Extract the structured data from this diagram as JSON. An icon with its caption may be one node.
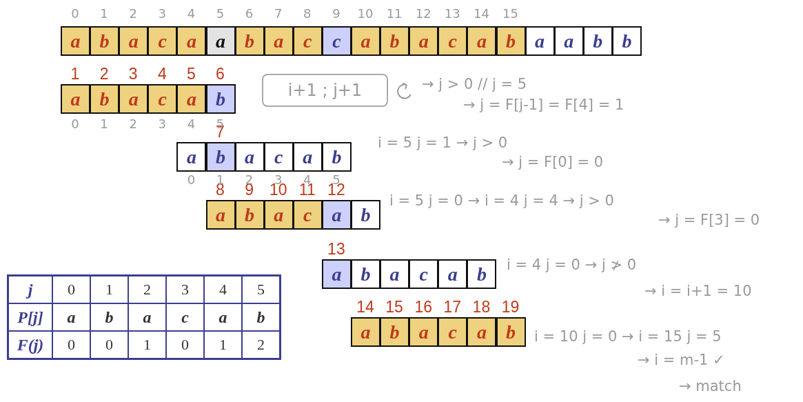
{
  "diagram": {
    "nodes": [
      {
        "text": [
          "a"
        ]
      },
      {
        "text": [
          "b"
        ]
      },
      {
        "text": [
          "a"
        ]
      },
      {
        "text": [
          "c"
        ]
      },
      {
        "text": [
          "a"
        ]
      },
      {
        "text": [
          "a"
        ]
      },
      {
        "text": [
          "b"
        ]
      },
      {
        "text": [
          "a"
        ]
      },
      {
        "text": [
          "c"
        ]
      },
      {
        "text": [
          "c"
        ]
      },
      {
        "text": [
          "a"
        ]
      },
      {
        "text": [
          "b"
        ]
      },
      {
        "text": [
          "a"
        ]
      },
      {
        "text": [
          "c"
        ]
      },
      {
        "text": [
          "a"
        ]
      },
      {
        "text": [
          "b"
        ]
      },
      {
        "text": [
          "a"
        ]
      },
      {
        "text": [
          "a"
        ]
      },
      {
        "text": [
          "b"
        ]
      },
      {
        "text": [
          "b"
        ]
      },
      {
        "text": [
          "a"
        ],
        "beside": [
          "1"
        ]
      },
      {
        "text": [
          "b"
        ],
        "beside": [
          "2"
        ]
      },
      {
        "text": [
          "a"
        ],
        "beside": [
          "3"
        ]
      },
      {
        "text": [
          "c"
        ],
        "beside": [
          "4"
        ]
      },
      {
        "text": [
          "a"
        ],
        "beside": [
          "5"
        ]
      },
      {
        "text": [
          "b"
        ],
        "beside": [
          "6"
        ]
      },
      {
        "text": [
          "a"
        ]
      },
      {
        "text": [
          "b"
        ],
        "beside": [
          "7"
        ]
      },
      {
        "text": [
          "a"
        ]
      },
      {
        "text": [
          "c"
        ]
      },
      {
        "text": [
          "a"
        ]
      },
      {
        "text": [
          "b"
        ]
      },
      {
        "text": [
          "a"
        ],
        "beside": [
          "8"
        ]
      },
      {
        "text": [
          "b"
        ],
        "beside": [
          "9"
        ]
      },
      {
        "text": [
          "a"
        ],
        "beside": [
          "10"
        ]
      },
      {
        "text": [
          "c"
        ],
        "beside": [
          "11"
        ]
      },
      {
        "text": [
          "a"
        ],
        "beside": [
          "12"
        ]
      },
      {
        "text": [
          "b"
        ]
      },
      {
        "text": [
          "a"
        ],
        "beside": [
          "13"
        ]
      },
      {
        "text": [
          "b"
        ]
      },
      {
        "text": [
          "a"
        ]
      },
      {
        "text": [
          "c"
        ]
      },
      {
        "text": [
          "a"
        ]
      },
      {
        "text": [
          "b"
        ]
      },
      {
        "text": [
          "a"
        ],
        "beside": [
          "14"
        ]
      },
      {
        "text": [
          "b"
        ],
        "beside": [
          "15"
        ]
      },
      {
        "text": [
          "a"
        ],
        "beside": [
          "16"
        ]
      },
      {
        "text": [
          "c"
        ],
        "beside": [
          "17"
        ]
      },
      {
        "text": [
          "a"
        ],
        "beside": [
          "18"
        ]
      },
      {
        "text": [
          "b"
        ],
        "beside": [
          "19"
        ]
      },
      {
        "text": [
          "i+1 ; j+1"
        ]
      }
    ],
    "labels": [
      "0",
      "1",
      "2",
      "3",
      "4",
      "5",
      "6",
      "7",
      "8",
      "9",
      "10",
      "11",
      "12",
      "13",
      "14",
      "15",
      "0",
      "1",
      "2",
      "3",
      "4",
      "5",
      "0",
      "1",
      "2",
      "3",
      "4",
      "5",
      "→ j > 0 // j = 5",
      "→ j = F[j-1] = F[4] = 1",
      "i = 5 j = 1 → j > 0",
      "→ j = F[0] = 0",
      "i = 5 j = 0 → i = 4 j = 4 → j > 0",
      "→ j = F[3] = 0",
      "i = 4 j = 0 → j ≯ 0",
      "→ i = i+1 = 10",
      "i = 10 j = 0 → i = 15 j = 5",
      "→ i = m-1 ✓",
      "→ match",
      "j",
      "0",
      "1",
      "2",
      "3",
      "4",
      "5",
      "P[j]",
      "a",
      "b",
      "a",
      "c",
      "a",
      "b",
      "F(j)",
      "0",
      "0",
      "1",
      "0",
      "1",
      "2"
    ]
  }
}
